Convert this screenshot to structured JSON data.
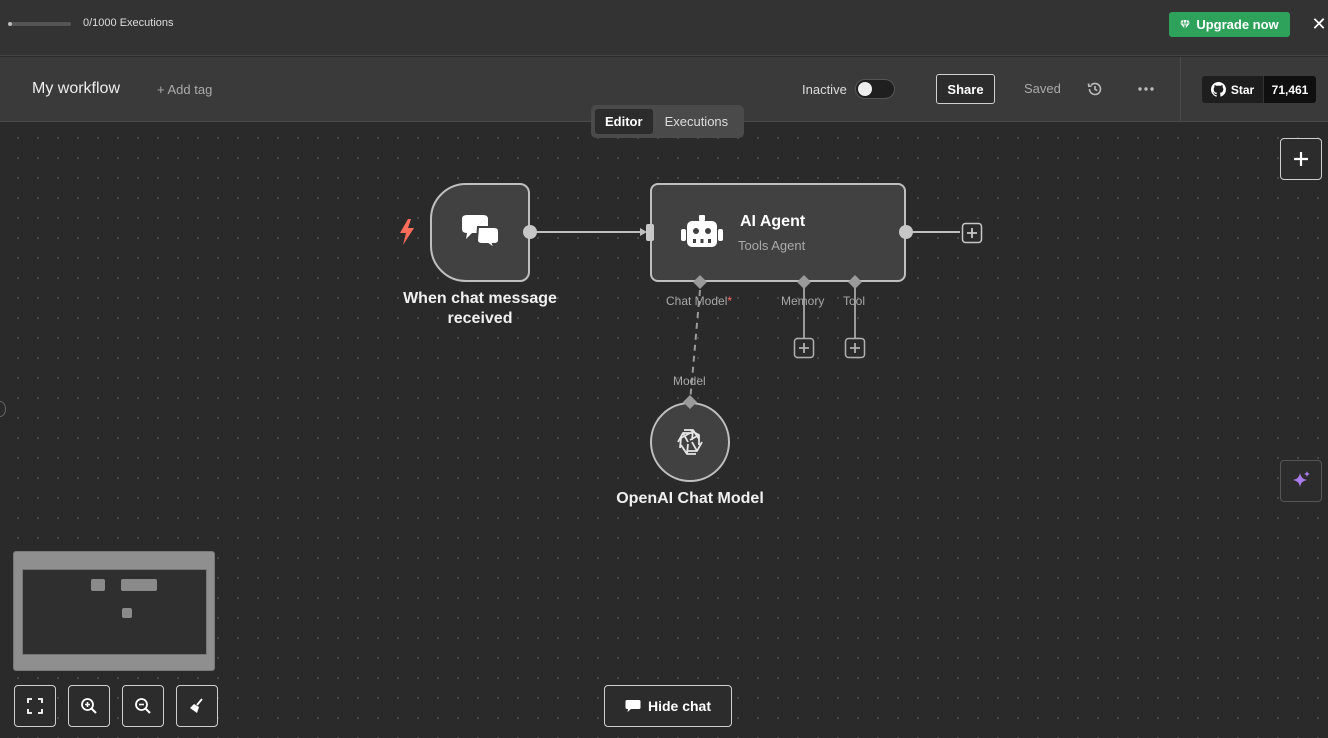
{
  "topbar": {
    "executions_text": "0/1000 Executions",
    "executions_progress": 0.0,
    "upgrade_label": "Upgrade now",
    "close_glyph": "✕"
  },
  "header": {
    "workflow_name": "My workflow",
    "add_tag_label": "+ Add tag",
    "status_label": "Inactive",
    "active": false,
    "share_label": "Share",
    "saved_label": "Saved",
    "github_star_label": "Star",
    "github_star_count": "71,461"
  },
  "tabs": [
    {
      "label": "Editor",
      "active": true
    },
    {
      "label": "Executions",
      "active": false
    }
  ],
  "nodes": {
    "trigger": {
      "label_line1": "When chat message",
      "label_line2": "received"
    },
    "agent": {
      "title": "AI Agent",
      "subtitle": "Tools Agent",
      "ports": {
        "chat_model": "Chat Model",
        "required_mark": "*",
        "memory": "Memory",
        "tool": "Tool"
      }
    },
    "openai": {
      "label": "OpenAI Chat Model",
      "port_label": "Model"
    }
  },
  "controls": {
    "hide_chat_label": "Hide chat"
  },
  "colors": {
    "accent_green": "#2ea25a",
    "trigger_bolt": "#ff6d5a",
    "ai_sparkle": "#a77bea",
    "required": "#ff6b6b"
  }
}
